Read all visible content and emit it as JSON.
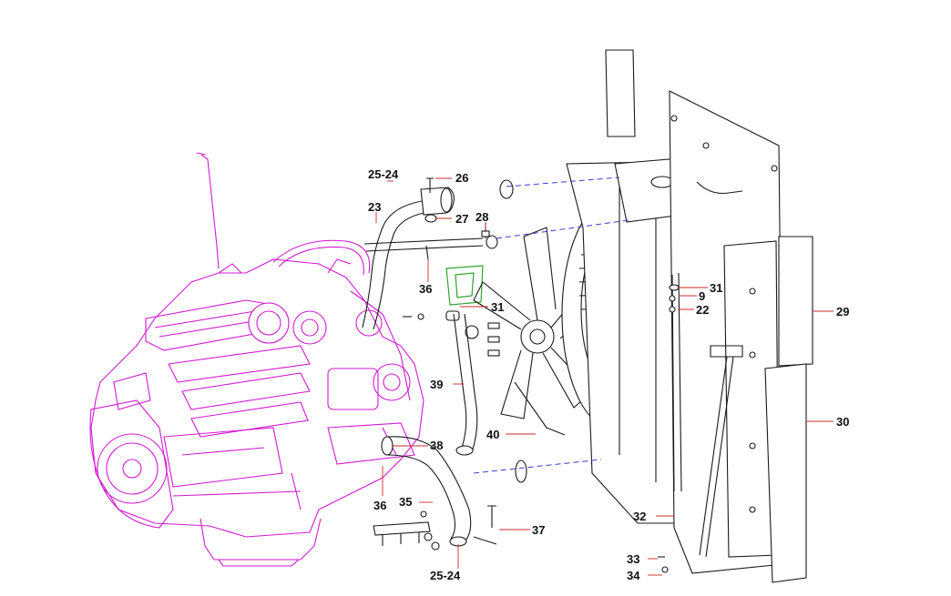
{
  "callouts": [
    {
      "id": "c-25-24-top",
      "label": "25-24"
    },
    {
      "id": "c-26",
      "label": "26"
    },
    {
      "id": "c-23",
      "label": "23"
    },
    {
      "id": "c-27",
      "label": "27"
    },
    {
      "id": "c-28",
      "label": "28"
    },
    {
      "id": "c-36-top",
      "label": "36"
    },
    {
      "id": "c-31-left",
      "label": "31"
    },
    {
      "id": "c-39",
      "label": "39"
    },
    {
      "id": "c-40",
      "label": "40"
    },
    {
      "id": "c-38",
      "label": "38"
    },
    {
      "id": "c-36-bottom",
      "label": "36"
    },
    {
      "id": "c-35",
      "label": "35"
    },
    {
      "id": "c-37",
      "label": "37"
    },
    {
      "id": "c-25-24-bottom",
      "label": "25-24"
    },
    {
      "id": "c-31-right",
      "label": "31"
    },
    {
      "id": "c-9",
      "label": "9"
    },
    {
      "id": "c-22",
      "label": "22"
    },
    {
      "id": "c-29",
      "label": "29"
    },
    {
      "id": "c-30",
      "label": "30"
    },
    {
      "id": "c-32",
      "label": "32"
    },
    {
      "id": "c-33",
      "label": "33"
    },
    {
      "id": "c-34",
      "label": "34"
    }
  ],
  "colors": {
    "engine": "#d11ad1",
    "parts": "#1a1a1a",
    "leader": "#cc2a2a",
    "alignment": "#3a3ad8",
    "bracket": "#2aa52a"
  }
}
